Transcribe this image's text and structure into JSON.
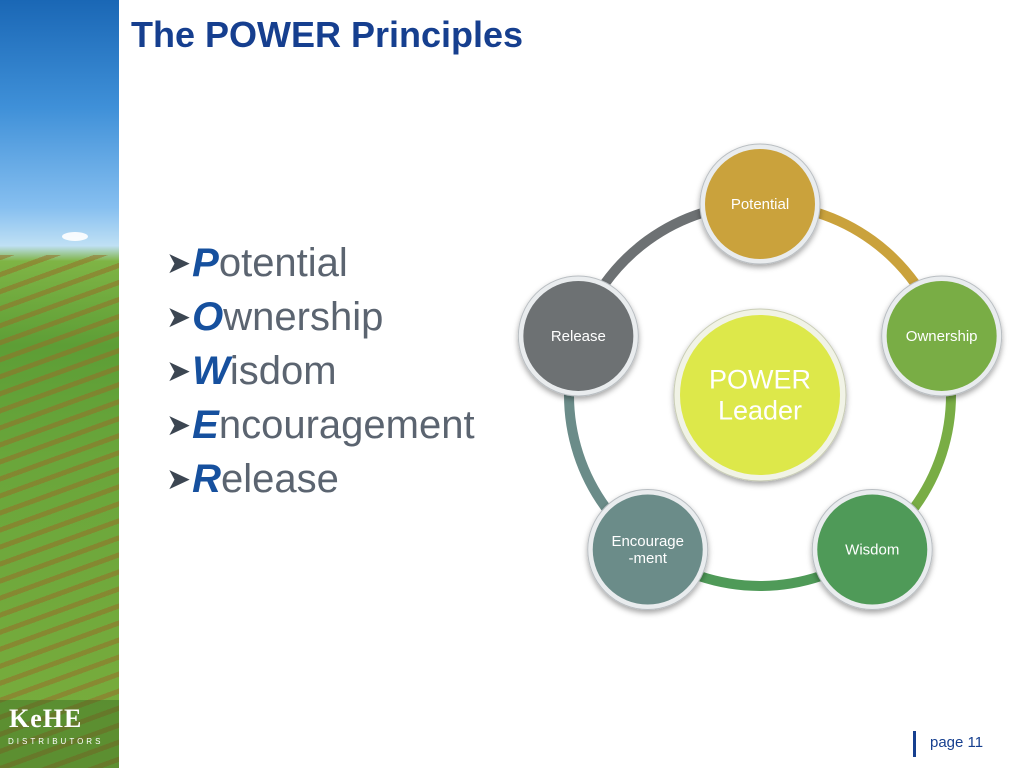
{
  "slide": {
    "title": "The POWER Principles",
    "page_label": "page 11"
  },
  "logo": {
    "name": "KeHE",
    "tagline": "DISTRIBUTORS"
  },
  "principles": [
    {
      "initial": "P",
      "rest": "otential"
    },
    {
      "initial": "O",
      "rest": "wnership"
    },
    {
      "initial": "W",
      "rest": "isdom"
    },
    {
      "initial": "E",
      "rest": "ncouragement"
    },
    {
      "initial": "R",
      "rest": "elease"
    }
  ],
  "diagram": {
    "center_lines": [
      "POWER",
      "Leader"
    ],
    "nodes": [
      {
        "lines": [
          "Potential"
        ],
        "color": "#caa23c"
      },
      {
        "lines": [
          "Ownership"
        ],
        "color": "#79ad45"
      },
      {
        "lines": [
          "Wisdom"
        ],
        "color": "#4f9a58"
      },
      {
        "lines": [
          "Encourage",
          "-ment"
        ],
        "color": "#6b8c89"
      },
      {
        "lines": [
          "Release"
        ],
        "color": "#6d7173"
      }
    ],
    "center_color": "#dde84a"
  },
  "icons": {
    "bullet": "arrow-bullet-icon"
  }
}
